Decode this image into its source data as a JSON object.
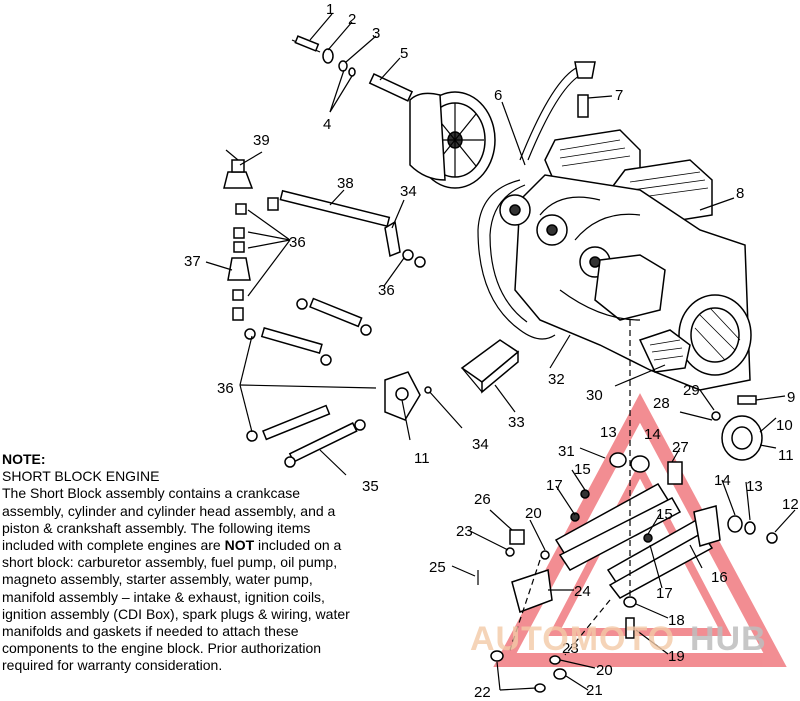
{
  "note": {
    "title": "NOTE:",
    "heading": "SHORT BLOCK ENGINE",
    "body_part1": "The Short Block assembly contains a crankcase assembly, cylinder and cylinder head assembly, and a piston & crankshaft assembly.  The following items included with complete engines are ",
    "body_bold": "NOT",
    "body_part2": " included on a short block:  carburetor assembly, fuel pump, oil pump, magneto assembly, starter assembly, water pump, manifold assembly – intake & exhaust, ignition coils, ignition assembly (CDI Box), spark plugs & wiring, water manifolds and gaskets if needed to attach these components to the engine block.  Prior authorization required for warranty consideration."
  },
  "callouts": {
    "c1": "1",
    "c2": "2",
    "c3": "3",
    "c4": "4",
    "c5": "5",
    "c6": "6",
    "c7": "7",
    "c8": "8",
    "c9": "9",
    "c10": "10",
    "c11a": "11",
    "c11b": "11",
    "c12": "12",
    "c13a": "13",
    "c13b": "13",
    "c14a": "14",
    "c14b": "14",
    "c15a": "15",
    "c15b": "15",
    "c16": "16",
    "c17a": "17",
    "c17b": "17",
    "c18": "18",
    "c19": "19",
    "c20a": "20",
    "c20b": "20",
    "c21": "21",
    "c22": "22",
    "c23a": "23",
    "c23b": "23",
    "c24": "24",
    "c25": "25",
    "c26": "26",
    "c27": "27",
    "c28": "28",
    "c29": "29",
    "c30": "30",
    "c31": "31",
    "c32": "32",
    "c33": "33",
    "c34a": "34",
    "c34b": "34",
    "c35": "35",
    "c36a": "36",
    "c36b": "36",
    "c36c": "36",
    "c37": "37",
    "c38": "38",
    "c39": "39"
  },
  "watermark": {
    "part1": "AUTOMOTO",
    "part2": "HUB",
    "color_primary": "#f2c9a6",
    "color_secondary": "#bdbdbd",
    "triangle_color": "#e8313a"
  }
}
